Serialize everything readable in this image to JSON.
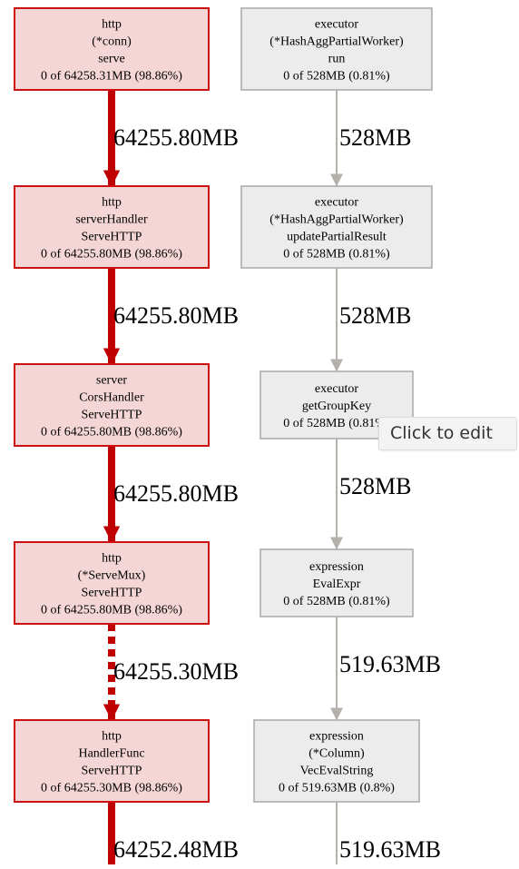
{
  "colors": {
    "hot_fill": "#f5d6d6",
    "hot_stroke": "#cc1111",
    "hot_edge": "#c00000",
    "cold_fill": "#ececec",
    "cold_stroke": "#a8a8a8",
    "cold_edge": "#b3b1a9"
  },
  "nodes": {
    "left": [
      {
        "lines": [
          "http",
          "(*conn)",
          "serve",
          "0 of 64258.31MB (98.86%)"
        ]
      },
      {
        "lines": [
          "http",
          "serverHandler",
          "ServeHTTP",
          "0 of 64255.80MB (98.86%)"
        ]
      },
      {
        "lines": [
          "server",
          "CorsHandler",
          "ServeHTTP",
          "0 of 64255.80MB (98.86%)"
        ]
      },
      {
        "lines": [
          "http",
          "(*ServeMux)",
          "ServeHTTP",
          "0 of 64255.80MB (98.86%)"
        ]
      },
      {
        "lines": [
          "http",
          "HandlerFunc",
          "ServeHTTP",
          "0 of 64255.30MB (98.86%)"
        ]
      }
    ],
    "right": [
      {
        "lines": [
          "executor",
          "(*HashAggPartialWorker)",
          "run",
          "0 of 528MB (0.81%)"
        ]
      },
      {
        "lines": [
          "executor",
          "(*HashAggPartialWorker)",
          "updatePartialResult",
          "0 of 528MB (0.81%)"
        ]
      },
      {
        "lines": [
          "executor",
          "getGroupKey",
          "0 of 528MB (0.81%)"
        ]
      },
      {
        "lines": [
          "expression",
          "EvalExpr",
          "0 of 528MB (0.81%)"
        ]
      },
      {
        "lines": [
          "expression",
          "(*Column)",
          "VecEvalString",
          "0 of 519.63MB (0.8%)"
        ]
      }
    ]
  },
  "edges": {
    "left": [
      "64255.80MB",
      "64255.80MB",
      "64255.80MB",
      "64255.30MB",
      "64252.48MB"
    ],
    "right": [
      "528MB",
      "528MB",
      "528MB",
      "519.63MB",
      "519.63MB"
    ]
  },
  "tooltip": {
    "text": "Click to edit"
  }
}
